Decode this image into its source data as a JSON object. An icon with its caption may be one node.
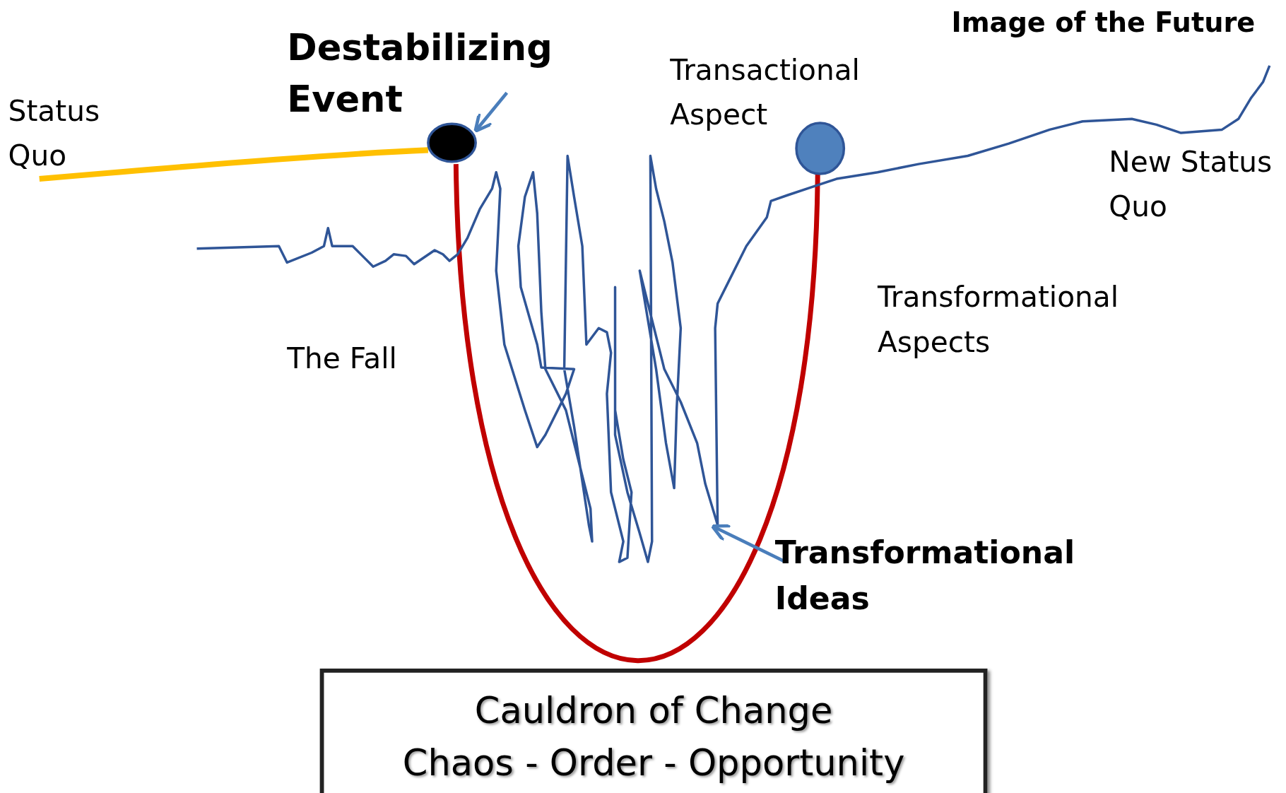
{
  "diagram": {
    "nodes": [
      {
        "text": [
          "Destabilizing Event"
        ]
      },
      {
        "text": [],
        "shape": "circle"
      },
      {
        "text": [],
        "shape": "circle"
      },
      {
        "text": [
          "Transformational Ideas"
        ]
      },
      {
        "text": [
          "Cauldron of Change",
          "Chaos - Order - Opportunity"
        ]
      }
    ],
    "edges": [
      {
        "from": 0,
        "to": 1,
        "arrow": "to"
      },
      {
        "from": 3,
        "to": null,
        "arrow": "to"
      }
    ],
    "labels": [
      "Image of the Future",
      "Status Quo",
      "Transactional Aspect",
      "New Status Quo",
      "Transformational Aspects",
      "The Fall"
    ]
  }
}
